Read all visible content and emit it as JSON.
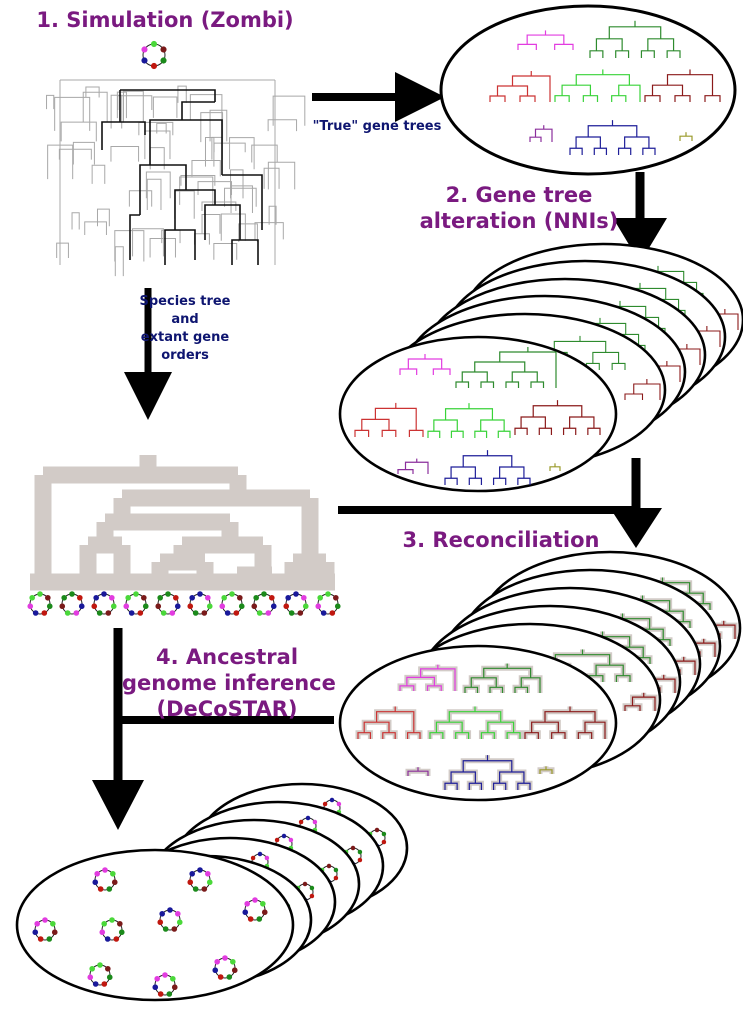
{
  "steps": {
    "simulation": "1. Simulation (Zombi)",
    "gene_tree_alteration_line1": "2. Gene tree",
    "gene_tree_alteration_line2": "alteration (NNIs)",
    "reconciliation": "3. Reconciliation",
    "ancestral_line1": "4. Ancestral",
    "ancestral_line2": "genome inference",
    "ancestral_line3": "(DeCoSTAR)"
  },
  "arrow_labels": {
    "true_gene_trees": "\"True\" gene trees",
    "species_tree_line1": "Species tree",
    "species_tree_line2": "and",
    "species_tree_line3": "extant gene",
    "species_tree_line4": "orders"
  },
  "colors": {
    "step_title": "#7a1a80",
    "arrow_label": "#0e1570",
    "arrow": "#000000",
    "species_tree_fill": "#d2cbc7",
    "gene_tree_palette": [
      "#e23ce0",
      "#2e8b2e",
      "#39d339",
      "#cc3333",
      "#8b1a1a",
      "#8b2f9c",
      "#1f1f99",
      "#9a9a2a"
    ],
    "genome_node_palette": [
      "#1b8a1b",
      "#c0170f",
      "#19199a",
      "#e23ce0",
      "#4ad83a",
      "#7a1a1a"
    ]
  }
}
